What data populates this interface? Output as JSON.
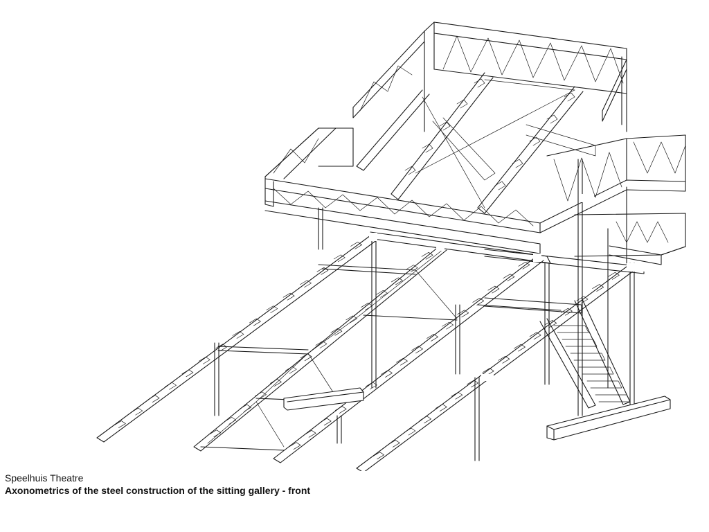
{
  "caption": {
    "title": "Speelhuis Theatre",
    "subtitle": "Axonometrics of the steel construction of the sitting gallery - front"
  },
  "drawing": {
    "subject": "axonometric steel structure drawing",
    "line_color": "#1a1a1a",
    "background": "#ffffff"
  }
}
